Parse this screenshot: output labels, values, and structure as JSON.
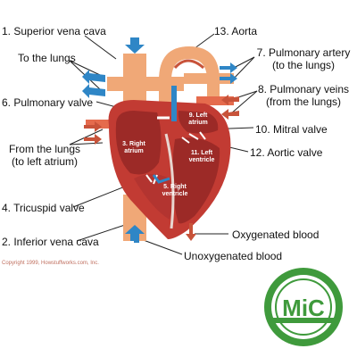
{
  "labels": {
    "svc": "1. Superior vena cava",
    "aorta": "13. Aorta",
    "to_lungs": "To the lungs",
    "pa_1": "7. Pulmonary artery",
    "pa_2": "(to the lungs)",
    "pv_1": "8. Pulmonary veins",
    "pv_2": "(from the lungs)",
    "pulm_valve": "6. Pulmonary valve",
    "mitral": "10. Mitral valve",
    "aortic": "12. Aortic valve",
    "from_lungs_1": "From the lungs",
    "from_lungs_2": "(to left atrium)",
    "tricuspid": "4. Tricuspid valve",
    "ivc": "2. Inferior vena cava",
    "oxy": "Oxygenated blood",
    "unoxy": "Unoxygenated blood"
  },
  "inside_labels": {
    "ra_1": "3. Right",
    "ra_2": "atrium",
    "la_1": "9. Left",
    "la_2": "atrium",
    "lv_1": "11. Left",
    "lv_2": "ventricle",
    "rv_1": "5. Right",
    "rv_2": "ventricle"
  },
  "copyright": "Copyright 1999, Howstuffworks.com, Inc.",
  "seal": {
    "text": "MiC"
  },
  "colors": {
    "oxygenated_arrow": "#c8533a",
    "unoxygenated_arrow": "#2f86c6",
    "heart_red": "#c23b33",
    "vessel_orange": "#f0a877",
    "seal_green": "#3f9a3c"
  }
}
